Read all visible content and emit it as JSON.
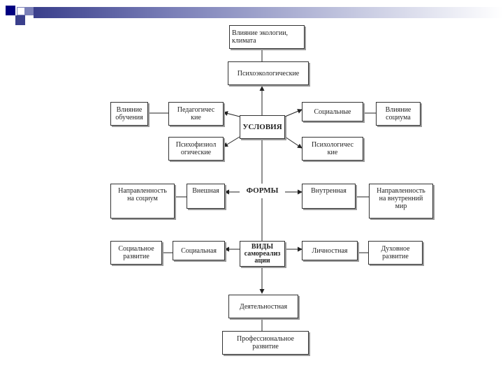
{
  "header": {
    "accent_colors": [
      "#000080",
      "#3a3f8c",
      "#7b80b8"
    ]
  },
  "diagram": {
    "top": {
      "ecology": "Влияние экологии,\nклимата",
      "psychoecological": "Психоэкологические"
    },
    "conditions": {
      "center": "УСЛОВИЯ",
      "pedagogical": "Педагогичес\nкие",
      "learning_influence": "Влияние\nобучения",
      "social": "Социальные",
      "society_influence": "Влияние\nсоциума",
      "psychophysiological": "Психофизиол\nогические",
      "psychological": "Психологичес\nкие"
    },
    "forms": {
      "center": "ФОРМЫ",
      "external": "Внешная",
      "social_orientation": "Направленность\nна социум",
      "internal": "Внутренная",
      "inner_orientation": "Направленность\nна внутренний\nмир"
    },
    "kinds": {
      "center": "ВИДЫ\nсамореализ\nации",
      "social": "Социальная",
      "social_development": "Социальное\nразвитие",
      "personal": "Личностная",
      "spiritual_development": "Духовное\nразвитие"
    },
    "bottom": {
      "activity": "Деятельностная",
      "professional_development": "Профессиональное\nразвитие"
    }
  }
}
